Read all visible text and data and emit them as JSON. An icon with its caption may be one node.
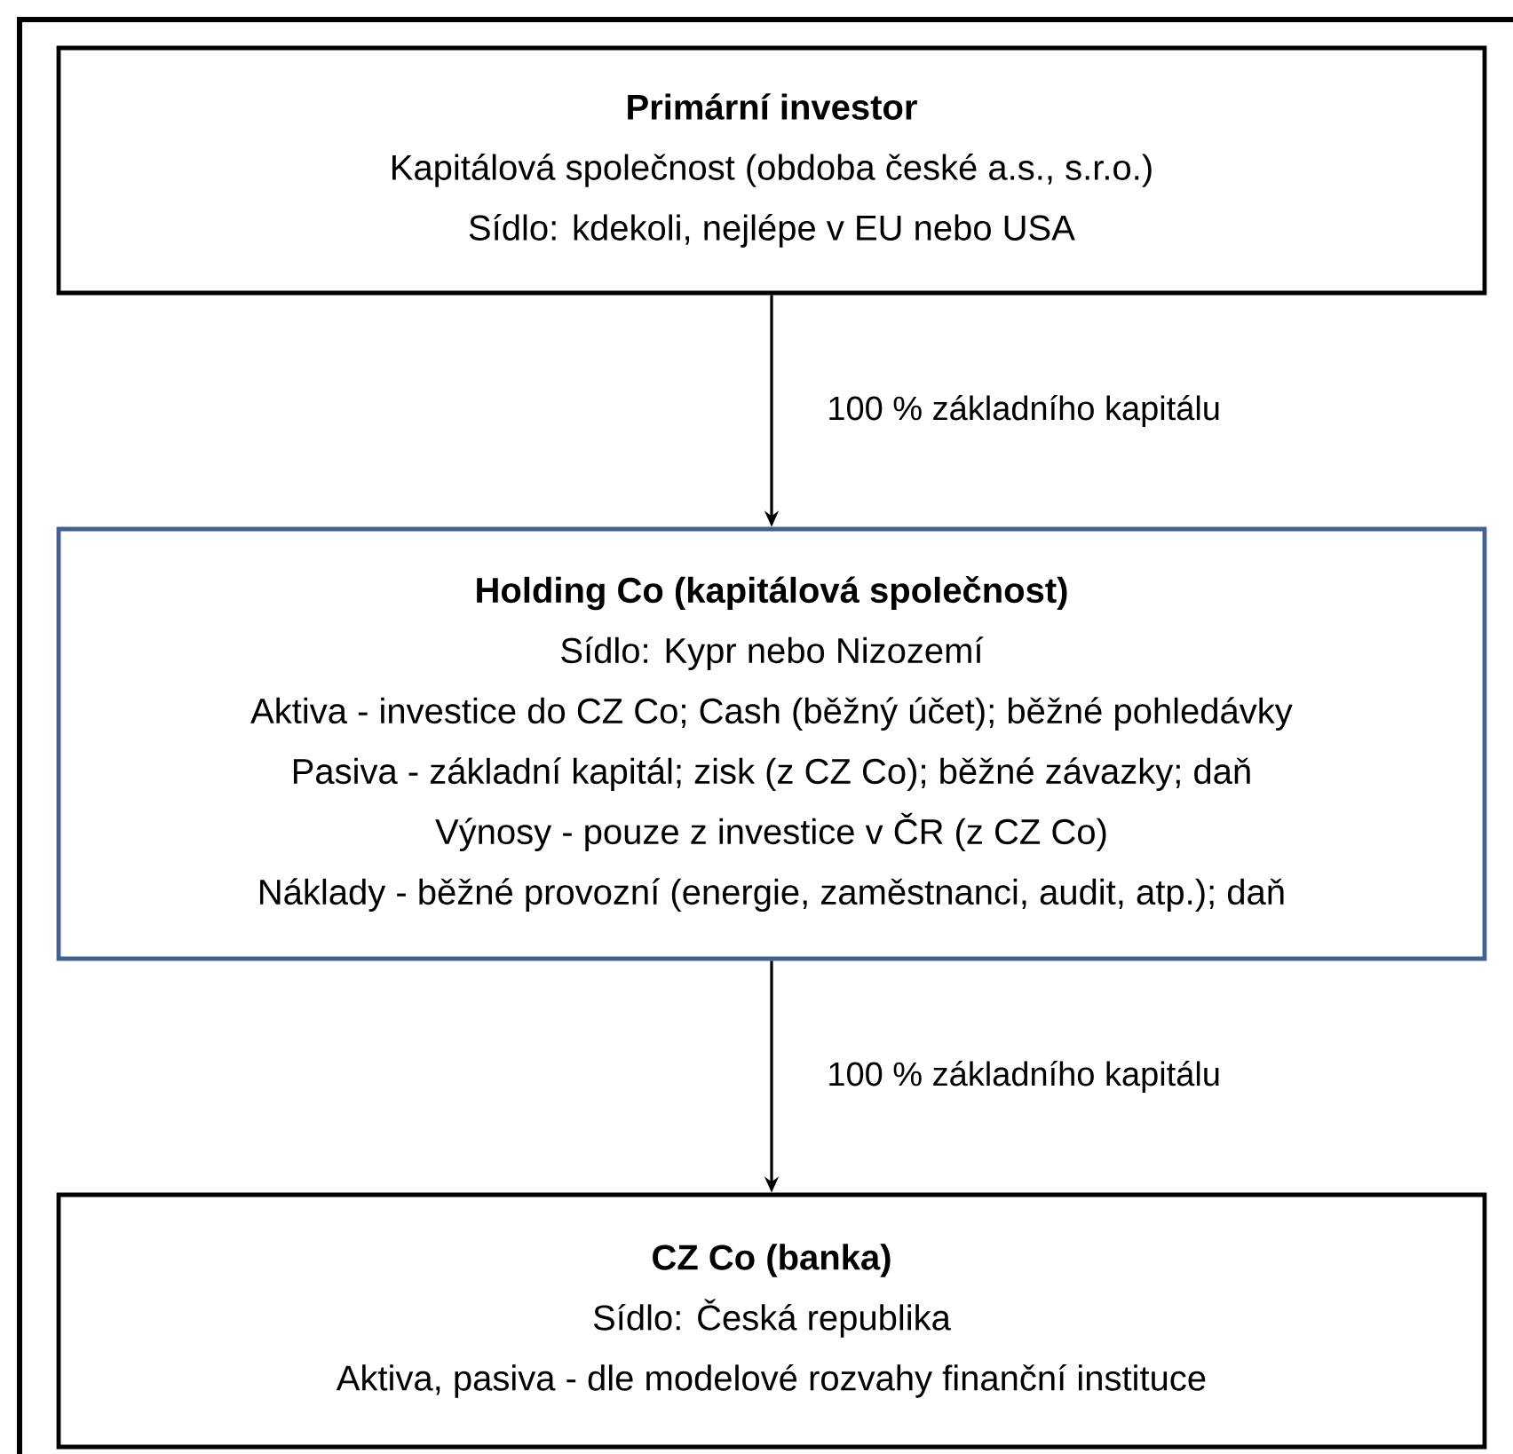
{
  "diagram": {
    "nodes": [
      {
        "text": [
          "Primární investor",
          "Kapitálová společnost (obdoba české a.s., s.r.o.)",
          "Sídlo: kdekoli, nejlépe v EU nebo USA"
        ]
      },
      {
        "text": [
          "Holding Co (kapitálová společnost)",
          "Sídlo: Kypr nebo Nizozemí",
          "Aktiva - investice do CZ Co; Cash (běžný účet); běžné pohledávky",
          "Pasiva - základní kapitál; zisk (z CZ Co); běžné závazky; daň",
          "Výnosy - pouze z investice v ČR (z CZ Co)",
          "Náklady - běžné provozní (energie, zaměstnanci, audit, atp.); daň"
        ]
      },
      {
        "text": [
          "CZ Co (banka)",
          "Sídlo: Česká republika",
          "Aktiva, pasiva - dle modelové rozvahy finanční instituce"
        ]
      }
    ],
    "edges": [
      {
        "from": 0,
        "to": 1,
        "arrow": "to",
        "label": "100 % základního kapitálu"
      },
      {
        "from": 1,
        "to": 2,
        "arrow": "to",
        "label": "100 % základního kapitálu"
      }
    ]
  }
}
